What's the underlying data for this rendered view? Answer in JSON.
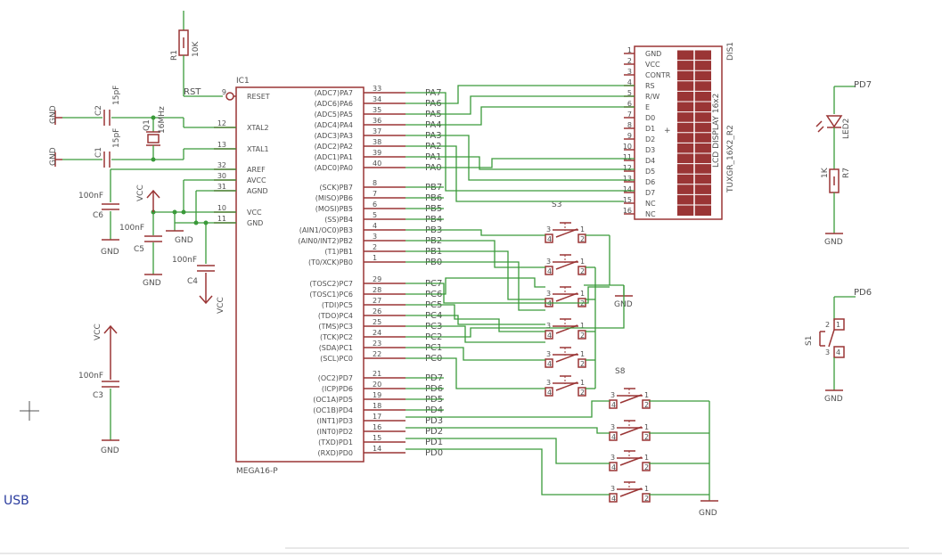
{
  "ic": {
    "ref": "IC1",
    "part": "MEGA16-P",
    "left_pins": [
      {
        "num": "9",
        "name": "RESET"
      },
      {
        "num": "12",
        "name": "XTAL2"
      },
      {
        "num": "13",
        "name": "XTAL1"
      },
      {
        "num": "32",
        "name": "AREF"
      },
      {
        "num": "30",
        "name": "AVCC"
      },
      {
        "num": "31",
        "name": "AGND"
      },
      {
        "num": "10",
        "name": "VCC"
      },
      {
        "num": "11",
        "name": "GND"
      }
    ],
    "right_pins": [
      {
        "num": "33",
        "func": "(ADC7)PA7",
        "net": "PA7"
      },
      {
        "num": "34",
        "func": "(ADC6)PA6",
        "net": "PA6"
      },
      {
        "num": "35",
        "func": "(ADC5)PA5",
        "net": "PA5"
      },
      {
        "num": "36",
        "func": "(ADC4)PA4",
        "net": "PA4"
      },
      {
        "num": "37",
        "func": "(ADC3)PA3",
        "net": "PA3"
      },
      {
        "num": "38",
        "func": "(ADC2)PA2",
        "net": "PA2"
      },
      {
        "num": "39",
        "func": "(ADC1)PA1",
        "net": "PA1"
      },
      {
        "num": "40",
        "func": "(ADC0)PA0",
        "net": "PA0"
      },
      {
        "num": "8",
        "func": "(SCK)PB7",
        "net": "PB7"
      },
      {
        "num": "7",
        "func": "(MISO)PB6",
        "net": "PB6"
      },
      {
        "num": "6",
        "func": "(MOSI)PB5",
        "net": "PB5"
      },
      {
        "num": "5",
        "func": "(SS)PB4",
        "net": "PB4"
      },
      {
        "num": "4",
        "func": "(AIN1/OC0)PB3",
        "net": "PB3"
      },
      {
        "num": "3",
        "func": "(AIN0/INT2)PB2",
        "net": "PB2"
      },
      {
        "num": "2",
        "func": "(T1)PB1",
        "net": "PB1"
      },
      {
        "num": "1",
        "func": "(T0/XCK)PB0",
        "net": "PB0"
      },
      {
        "num": "29",
        "func": "(TOSC2)PC7",
        "net": "PC7"
      },
      {
        "num": "28",
        "func": "(TOSC1)PC6",
        "net": "PC6"
      },
      {
        "num": "27",
        "func": "(TDI)PC5",
        "net": "PC5"
      },
      {
        "num": "26",
        "func": "(TDO)PC4",
        "net": "PC4"
      },
      {
        "num": "25",
        "func": "(TMS)PC3",
        "net": "PC3"
      },
      {
        "num": "24",
        "func": "(TCK)PC2",
        "net": "PC2"
      },
      {
        "num": "23",
        "func": "(SDA)PC1",
        "net": "PC1"
      },
      {
        "num": "22",
        "func": "(SCL)PC0",
        "net": "PC0"
      },
      {
        "num": "21",
        "func": "(OC2)PD7",
        "net": "PD7"
      },
      {
        "num": "20",
        "func": "(ICP)PD6",
        "net": "PD6"
      },
      {
        "num": "19",
        "func": "(OC1A)PD5",
        "net": "PD5"
      },
      {
        "num": "18",
        "func": "(OC1B)PD4",
        "net": "PD4"
      },
      {
        "num": "17",
        "func": "(INT1)PD3",
        "net": "PD3"
      },
      {
        "num": "16",
        "func": "(INT0)PD2",
        "net": "PD2"
      },
      {
        "num": "15",
        "func": "(TXD)PD1",
        "net": "PD1"
      },
      {
        "num": "14",
        "func": "(RXD)PD0",
        "net": "PD0"
      }
    ]
  },
  "lcd": {
    "ref": "DIS1",
    "title": "LCD DISPLAY 16x2",
    "part": "TUXGR_16X2_R2",
    "plus": "+",
    "pins": [
      {
        "num": "1",
        "name": "GND"
      },
      {
        "num": "2",
        "name": "VCC"
      },
      {
        "num": "3",
        "name": "CONTR"
      },
      {
        "num": "4",
        "name": "RS"
      },
      {
        "num": "5",
        "name": "R/W"
      },
      {
        "num": "6",
        "name": "E"
      },
      {
        "num": "7",
        "name": "D0"
      },
      {
        "num": "8",
        "name": "D1"
      },
      {
        "num": "9",
        "name": "D2"
      },
      {
        "num": "10",
        "name": "D3"
      },
      {
        "num": "11",
        "name": "D4"
      },
      {
        "num": "12",
        "name": "D5"
      },
      {
        "num": "13",
        "name": "D6"
      },
      {
        "num": "14",
        "name": "D7"
      },
      {
        "num": "15",
        "name": "NC"
      },
      {
        "num": "16",
        "name": "NC"
      }
    ]
  },
  "r1": {
    "ref": "R1",
    "value": "10K",
    "net": "RST"
  },
  "r7": {
    "ref": "R7",
    "value": "1K"
  },
  "led2": {
    "ref": "LED2",
    "net": "PD7"
  },
  "crystal": {
    "ref": "Q1",
    "value": "16MHz"
  },
  "caps": {
    "c1": {
      "ref": "C1",
      "value": "15pF"
    },
    "c2": {
      "ref": "C2",
      "value": "15pF"
    },
    "c3": {
      "ref": "C3",
      "value": "100nF"
    },
    "c4": {
      "ref": "C4",
      "value": "100nF"
    },
    "c5": {
      "ref": "C5",
      "value": "100nF"
    },
    "c6": {
      "ref": "C6",
      "value": "100nF"
    }
  },
  "s1": {
    "ref": "S1",
    "net": "PD6"
  },
  "switch_labels": {
    "s3": "S3",
    "s8": "S8"
  },
  "switch_pin_labels": {
    "p1": "1",
    "p2": "2",
    "p3": "3",
    "p4": "4"
  },
  "supply": {
    "gnd": "GND",
    "vcc": "VCC"
  },
  "usb_label": "USB"
}
